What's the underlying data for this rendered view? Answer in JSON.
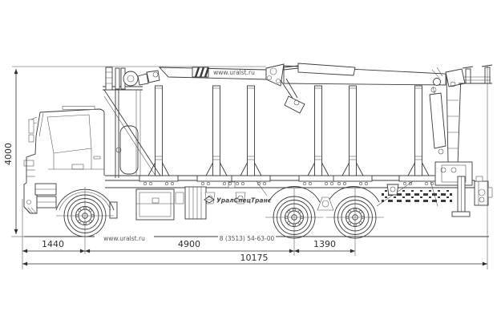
{
  "dimensions": {
    "overall_height": "4000",
    "front_axle_offset": "1440",
    "wheelbase": "4900",
    "bogie_spread": "1390",
    "overall_length": "10175"
  },
  "watermarks": {
    "boom_site": "www.uralst.ru",
    "ground_site": "www.uralst.ru",
    "phone": "8 (3513) 54-63-00"
  },
  "branding": {
    "logo_text": "УралСпецТранс"
  },
  "colors": {
    "line": "#3a3a3a",
    "dimension_text": "#2e2e2e",
    "watermark_text": "#555555",
    "background": "#ffffff"
  }
}
